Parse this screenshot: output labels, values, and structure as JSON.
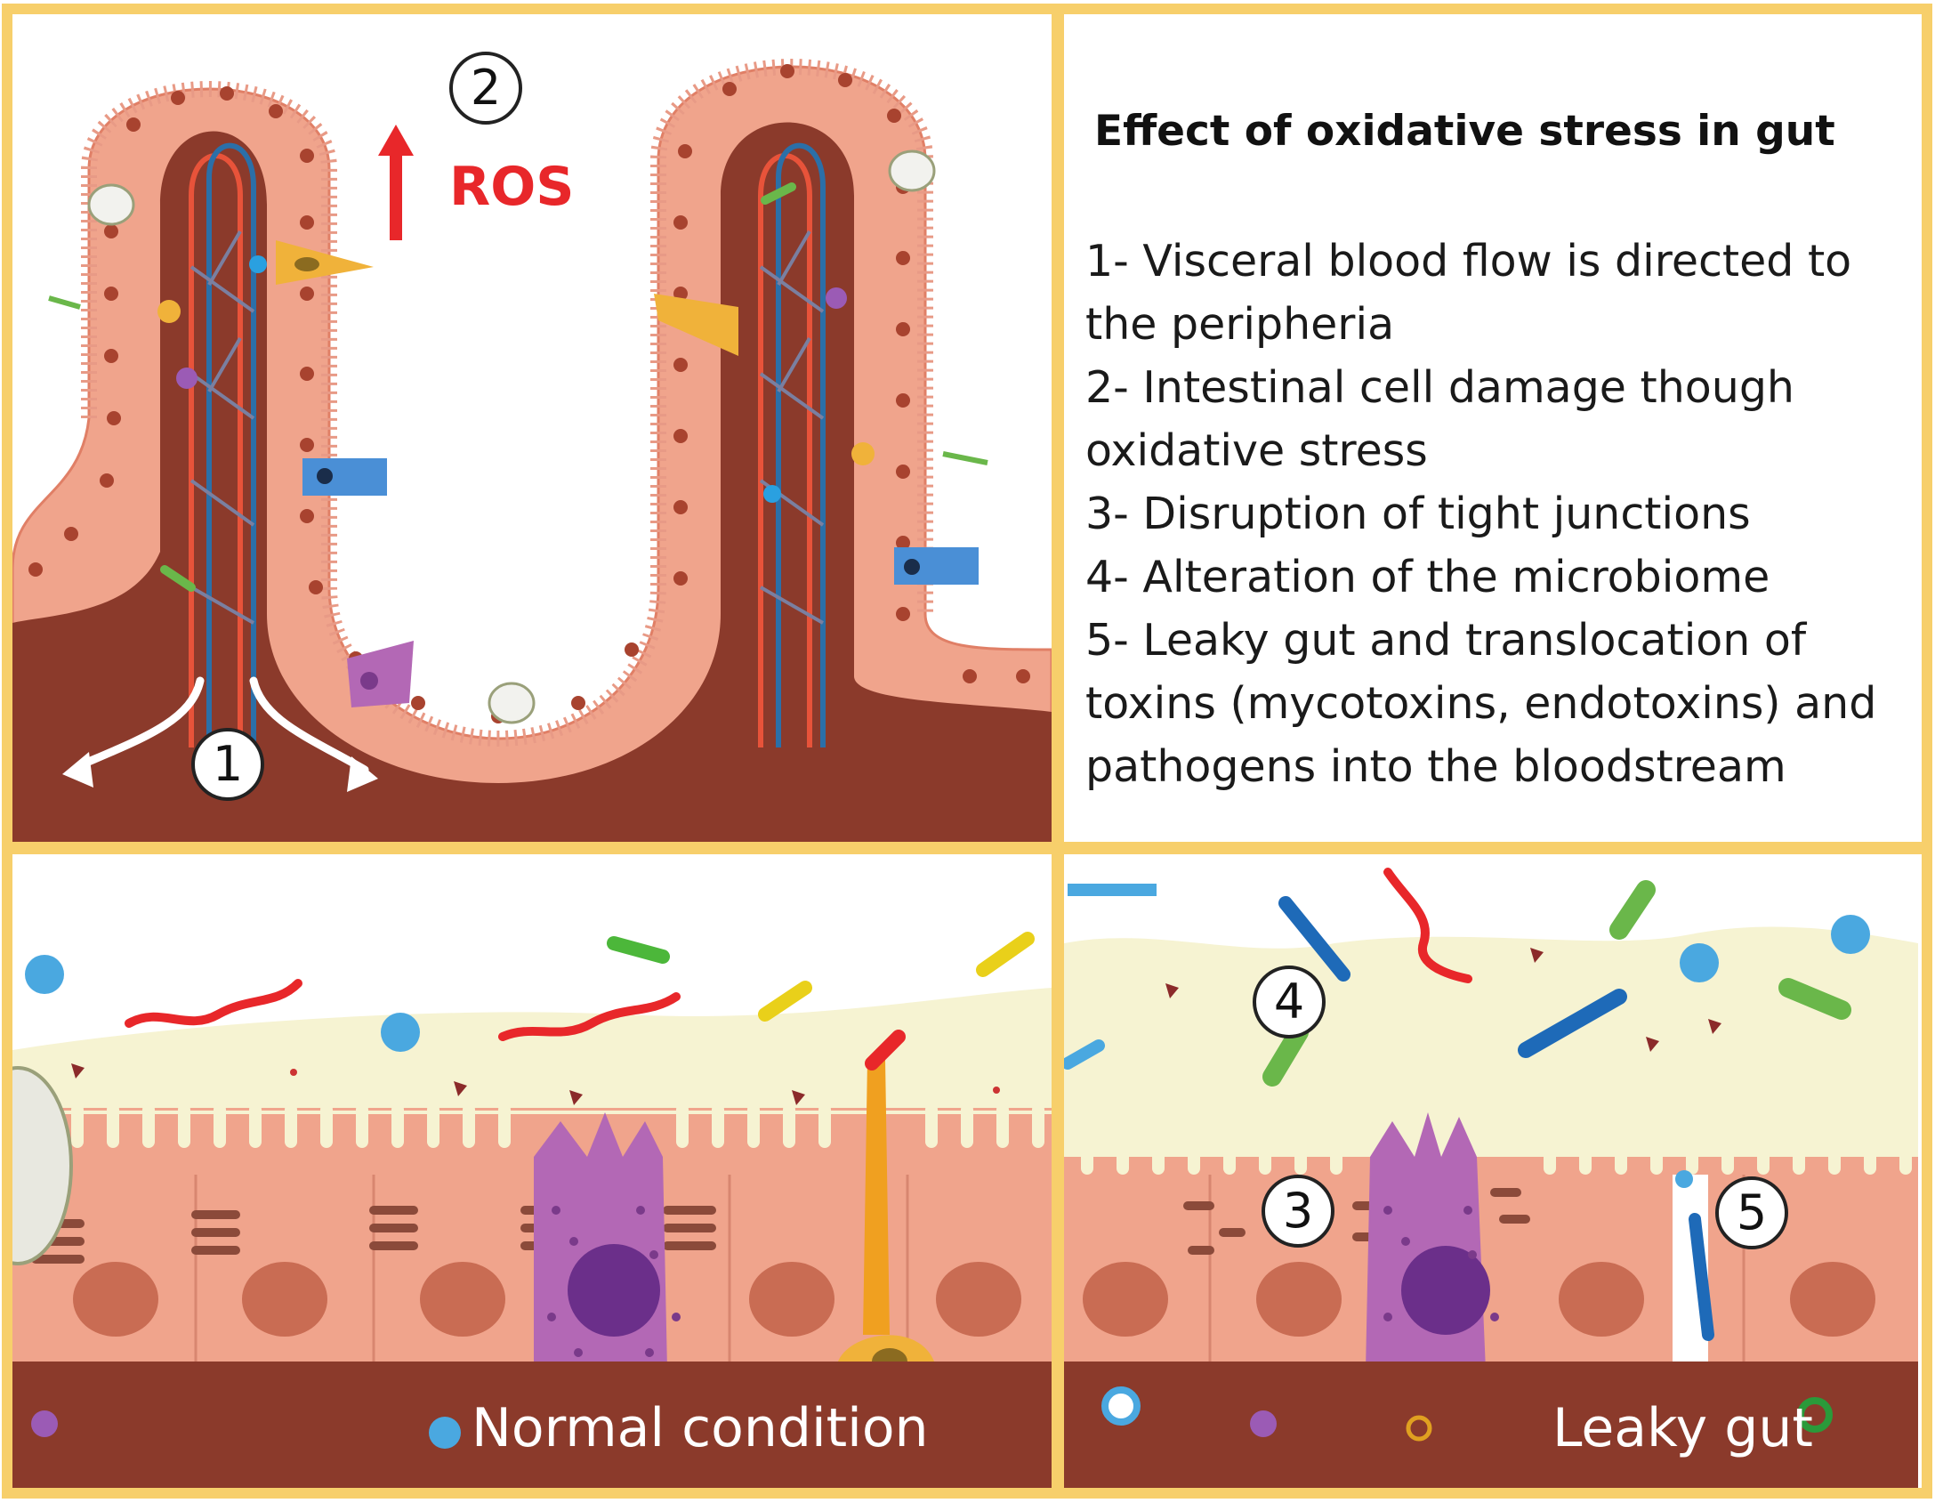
{
  "title": "Effect of oxidative stress in gut",
  "ros_label": "ROS",
  "markers": {
    "m1": "1",
    "m2": "2",
    "m3": "3",
    "m4": "4",
    "m5": "5"
  },
  "legend": [
    {
      "number": "1",
      "text": "1- Visceral blood flow is directed to the peripheria"
    },
    {
      "number": "2",
      "text": "2- Intestinal cell damage though oxidative stress"
    },
    {
      "number": "3",
      "text": "3- Disruption of tight junctions"
    },
    {
      "number": "4",
      "text": "4- Alteration of the microbiome"
    },
    {
      "number": "5",
      "text": "5- Leaky gut and translocation of toxins (mycotoxins, endotoxins) and pathogens into the bloodstream"
    }
  ],
  "panels": {
    "normal_label": "Normal condition",
    "leaky_label": "Leaky gut"
  },
  "colors": {
    "border": "#f7cf6b",
    "lamina": "#8b3a2b",
    "epithelium": "#f0a48c",
    "mucus": "#f6f3d2",
    "goblet": "#b368b5",
    "ros_red": "#e8272a",
    "vessel_blue": "#2b6fa8",
    "vessel_red": "#e8533a"
  }
}
